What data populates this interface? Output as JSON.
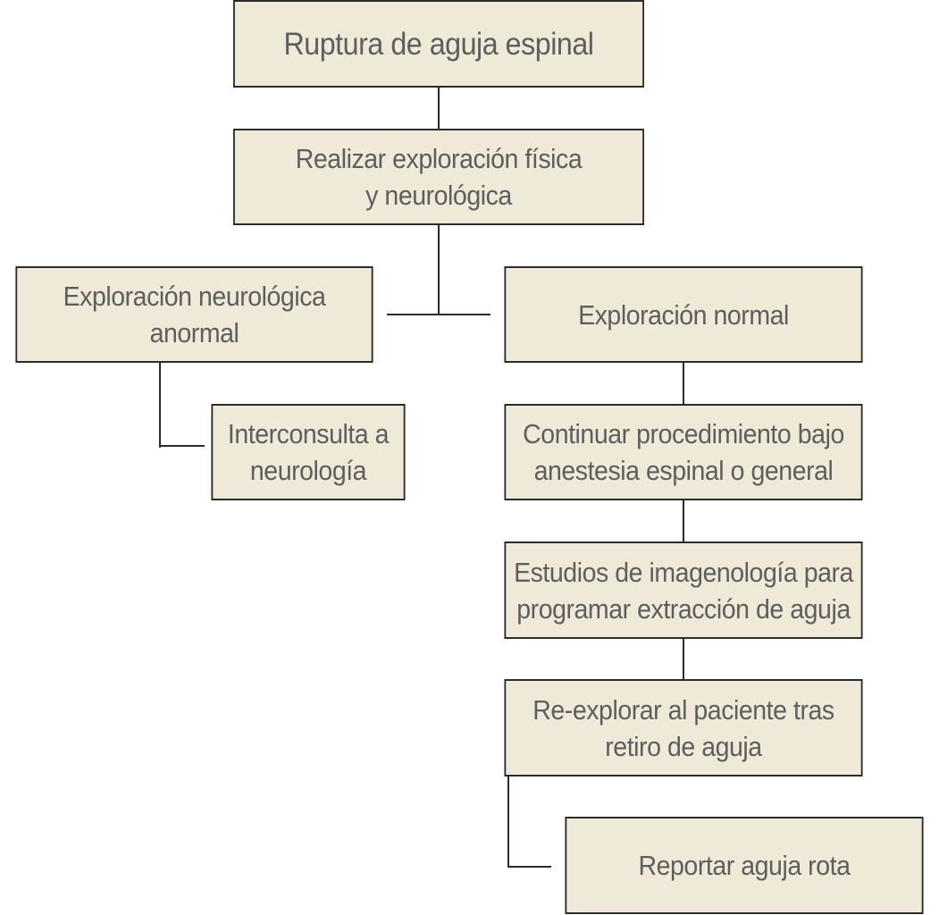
{
  "flowchart": {
    "root": "Ruptura de aguja espinal",
    "exam": "Realizar exploración física\ny neurológica",
    "abnormal": "Exploración neurológica\nanormal",
    "consult": "Interconsulta a\nneurología",
    "normal": "Exploración normal",
    "continue": "Continuar procedimiento bajo\nanestesia espinal o general",
    "imaging": "Estudios de imagenología para\nprogramar extracción de aguja",
    "reexam": "Re-explorar al paciente tras\nretiro de aguja",
    "report": "Reportar aguja rota"
  },
  "colors": {
    "box_fill": "#efe9d8",
    "border": "#2b2b2b",
    "text": "#5e5e5e"
  }
}
